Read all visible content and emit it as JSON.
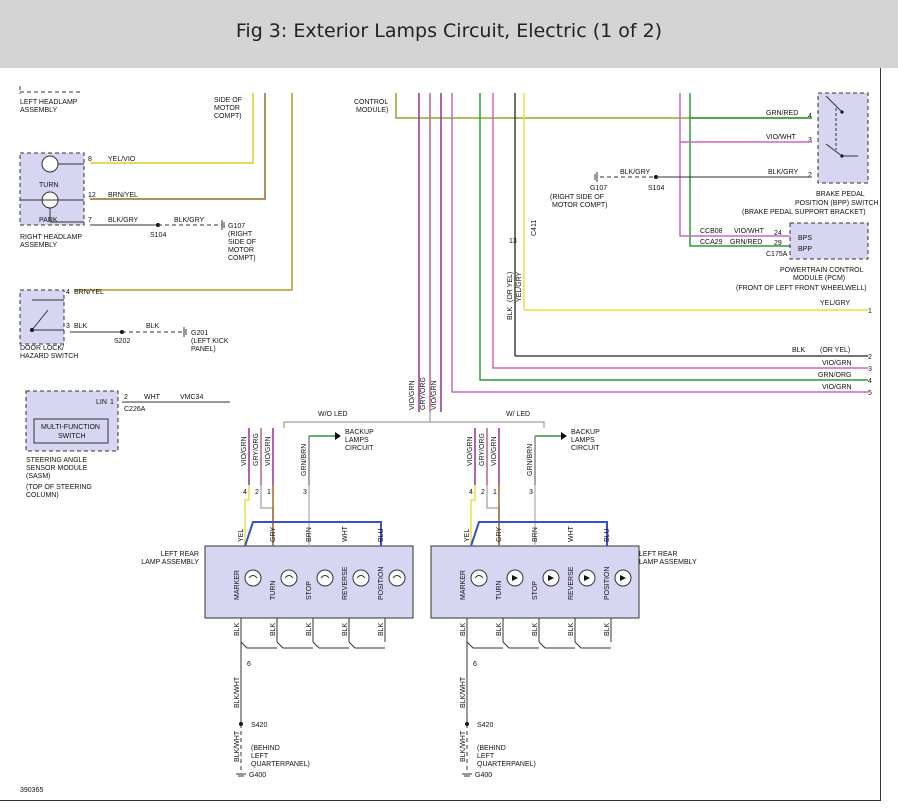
{
  "title": "Fig 3: Exterior Lamps Circuit, Electric (1 of 2)",
  "doc_id": "390365",
  "left_top": {
    "left_headlamp": "LEFT HEADLAMP",
    "assembly": "ASSEMBLY",
    "side_of": "SIDE OF",
    "motor": "MOTOR",
    "compt": "COMPT)"
  },
  "right_headlamp": {
    "turn": "TURN",
    "park": "PARK",
    "label1": "RIGHT HEADLAMP",
    "label2": "ASSEMBLY",
    "pin8": "8",
    "w8": "YEL/VIO",
    "pin12": "12",
    "w12": "BRN/YEL",
    "pin7": "7",
    "w7": "BLK/GRY",
    "w7b": "BLK/GRY",
    "s104": "S104",
    "g107": "G107",
    "g107_l1": "(RIGHT",
    "g107_l2": "SIDE OF",
    "g107_l3": "MOTOR",
    "g107_l4": "COMPT)"
  },
  "door_lock": {
    "label1": "DOOR LOCK/",
    "label2": "HAZARD SWITCH",
    "pin4": "4",
    "w4": "BRN/YEL",
    "pin3": "3",
    "w3": "BLK",
    "w3b": "BLK",
    "s202": "S202",
    "g201": "G201",
    "g201_l1": "(LEFT KICK",
    "g201_l2": "PANEL)"
  },
  "sasm": {
    "lin": "LIN",
    "pin1": "1",
    "pin2": "2",
    "wire": "WHT",
    "circuit": "VMC34",
    "connector": "C226A",
    "switch1": "MULTI-FUNCTION",
    "switch2": "SWITCH",
    "l1": "STEERING ANGLE",
    "l2": "SENSOR MODULE",
    "l3": "(SASM)",
    "l4": "(TOP OF STEERING",
    "l5": "COLUMN)"
  },
  "body_module": {
    "l1": "CONTROL",
    "l2": "MODULE)"
  },
  "bpp": {
    "pin4": "4",
    "w4": "GRN/RED",
    "pin3": "3",
    "w3": "VIO/WHT",
    "pin2": "2",
    "w2": "BLK/GRY",
    "l1": "BRAKE PEDAL",
    "l2": "POSITION (BPP) SWITCH",
    "l3": "(BRAKE PEDAL SUPPORT BRACKET)",
    "g107": "G107",
    "s104": "S104",
    "g_l1": "(RIGHT SIDE OF",
    "g_l2": "MOTOR COMPT)"
  },
  "pcm": {
    "bps": "BPS",
    "bpp": "BPP",
    "pin24": "24",
    "pin29": "29",
    "c1": "CCB08",
    "c1w": "VIO/WHT",
    "c2": "CCA29",
    "c2w": "GRN/RED",
    "connector": "C175A",
    "l1": "POWERTRAIN CONTROL",
    "l2": "MODULE (PCM)",
    "l3": "(FRONT OF LEFT FRONT WHEELWELL)",
    "pin13": "13",
    "c411": "C411",
    "blk_oryel": "BLK",
    "oryel": "(OR YEL)",
    "yelgry": "YEL/GRY"
  },
  "outputs": {
    "o1": "YEL/GRY",
    "n1": "1",
    "o2a": "BLK",
    "o2b": "(OR YEL)",
    "n2": "2",
    "o3": "VIO/GRN",
    "n3": "3",
    "o4": "GRN/ORG",
    "n4": "4",
    "o5": "VIO/GRN",
    "n5": "5"
  },
  "vertical_wires": {
    "v1": "VIO/GRN",
    "v2": "GRY/ORG",
    "v3": "VIO/GRN"
  },
  "split": {
    "wo_led": "W/O LED",
    "w_led": "W/ LED"
  },
  "backup": {
    "l1": "BACKUP",
    "l2": "LAMPS",
    "l3": "CIRCUIT"
  },
  "lamp_wires": {
    "w1": "VIO/GRN",
    "w2": "GRY/ORG",
    "w3": "VIO/GRN",
    "w4": "GRN/BRN",
    "p4": "4",
    "p2": "2",
    "p1": "1",
    "p3": "3"
  },
  "lamp": {
    "title1": "LEFT REAR",
    "title2": "LAMP ASSEMBLY",
    "top": [
      "YEL",
      "GRY",
      "BRN",
      "WHT",
      "BLU"
    ],
    "bulbs": [
      "MARKER",
      "TURN",
      "STOP",
      "REVERSE",
      "POSITION"
    ],
    "bottom": "BLK",
    "pin": "6",
    "gnd_wire": "BLK/WHT",
    "s420": "S420",
    "g400": "G400",
    "behind1": "(BEHIND",
    "behind2": "LEFT",
    "behind3": "QUARTERPANEL)"
  }
}
